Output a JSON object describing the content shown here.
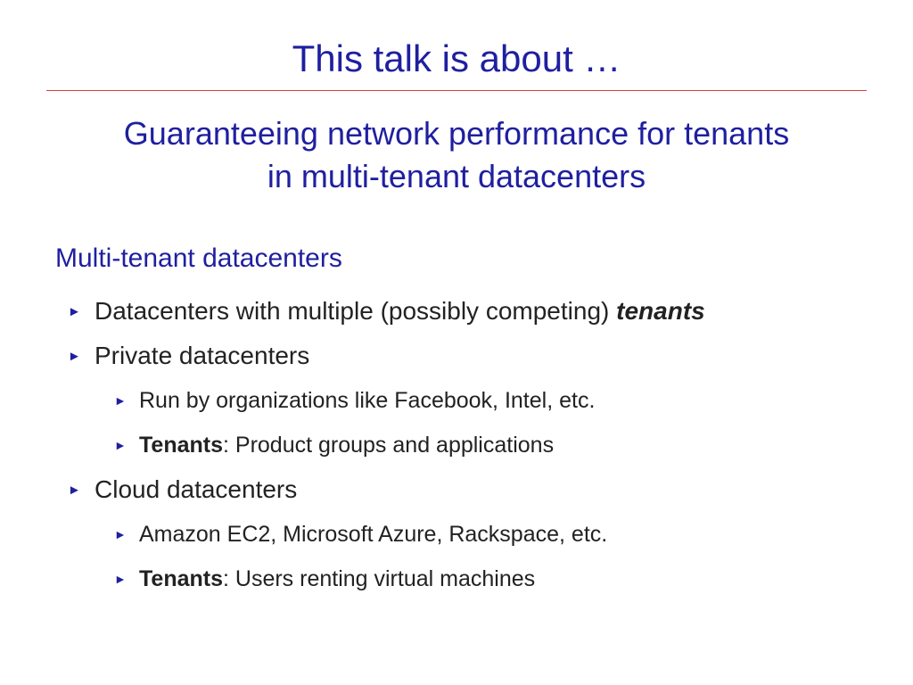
{
  "slide": {
    "title": "This talk is about …",
    "subtitle_line1": "Guaranteeing network performance for tenants",
    "subtitle_line2": "in multi-tenant datacenters",
    "section_heading": "Multi-tenant datacenters",
    "bullet_marker": "►",
    "bullets": [
      {
        "text": "Datacenters with multiple (possibly competing) ",
        "emphasis": "tenants"
      },
      {
        "text": "Private datacenters"
      },
      {
        "text": "Run by organizations like Facebook, Intel, etc."
      },
      {
        "bold_prefix": "Tenants",
        "text": ": Product groups and applications"
      },
      {
        "text": "Cloud datacenters"
      },
      {
        "text": "Amazon EC2, Microsoft Azure, Rackspace, etc."
      },
      {
        "bold_prefix": "Tenants",
        "text": ": Users renting virtual machines"
      }
    ]
  },
  "colors": {
    "heading_blue": "#1f1fa0",
    "body_text": "#222222",
    "rule_red": "#d83a3a"
  }
}
